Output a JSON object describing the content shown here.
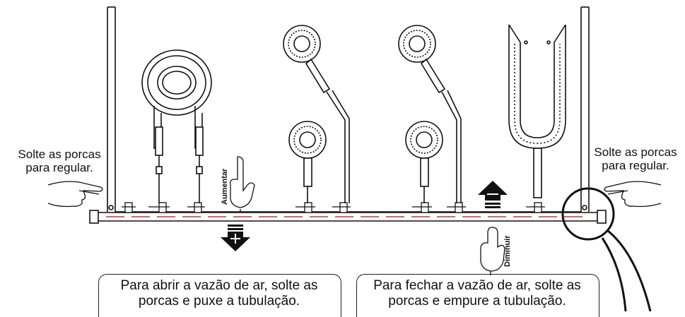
{
  "labels": {
    "left_note_line1": "Solte as porcas",
    "left_note_line2": "para regular.",
    "right_note_line1": "Solte as porcas",
    "right_note_line2": "para regular.",
    "increase": "Aumentar",
    "decrease": "Diminuir"
  },
  "instructions": {
    "open_line1": "Para abrir a vazão de ar, solte as",
    "open_line2": "porcas e puxe a tubulação.",
    "close_line1": "Para fechar a vazão de ar, solte as",
    "close_line2": "porcas e empure a tubulação."
  },
  "colors": {
    "line": "#111111",
    "dash_red": "#c0392b"
  },
  "icons": {
    "left_hand": "pointing-hand-icon",
    "right_hand": "pointing-hand-icon",
    "increase_hand": "pointing-hand-icon",
    "decrease_hand": "pointing-hand-icon",
    "down_arrow": "arrow-down-plus-icon",
    "up_arrow": "arrow-up-minus-icon"
  }
}
